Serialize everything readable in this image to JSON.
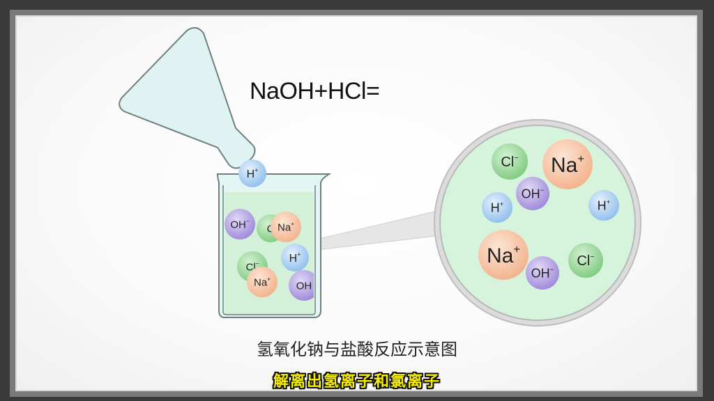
{
  "equation": "NaOH+HCl=",
  "caption": "氢氧化钠与盐酸反应示意图",
  "subtitle": "解离出氢离子和氯离子",
  "beaker_ions": [
    {
      "base": "H",
      "charge": "+",
      "kind": "h"
    },
    {
      "base": "OH",
      "charge": "−",
      "kind": "oh"
    },
    {
      "base": "C",
      "charge": "",
      "kind": "cl"
    },
    {
      "base": "Na",
      "charge": "+",
      "kind": "na"
    },
    {
      "base": "H",
      "charge": "+",
      "kind": "h"
    },
    {
      "base": "Cl",
      "charge": "−",
      "kind": "cl"
    },
    {
      "base": "Na",
      "charge": "+",
      "kind": "na"
    },
    {
      "base": "OH",
      "charge": "",
      "kind": "oh"
    }
  ],
  "zoom_ions": [
    {
      "base": "Cl",
      "charge": "−",
      "kind": "cl"
    },
    {
      "base": "Na",
      "charge": "+",
      "kind": "na"
    },
    {
      "base": "OH",
      "charge": "−",
      "kind": "oh"
    },
    {
      "base": "H",
      "charge": "+",
      "kind": "h"
    },
    {
      "base": "H",
      "charge": "+",
      "kind": "h"
    },
    {
      "base": "Na",
      "charge": "+",
      "kind": "na"
    },
    {
      "base": "OH",
      "charge": "−",
      "kind": "oh"
    },
    {
      "base": "Cl",
      "charge": "−",
      "kind": "cl"
    }
  ],
  "colors": {
    "na": "#f7c9a8",
    "cl": "#9bd99b",
    "oh": "#b7a4e6",
    "h": "#a9cdf2",
    "liquid": "#d8f3dc",
    "glass": "#dff4f2",
    "outline": "#6f7f7f",
    "subtitle": "#f6f000"
  }
}
